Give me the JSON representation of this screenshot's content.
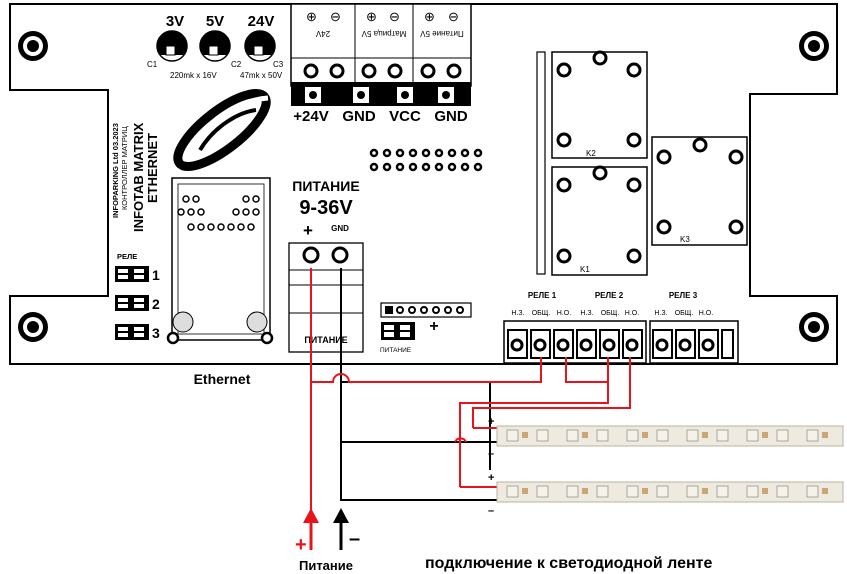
{
  "caps": [
    {
      "voltage": "3V",
      "ref": "C1"
    },
    {
      "voltage": "5V",
      "ref": "C2"
    },
    {
      "voltage": "24V",
      "ref": "C3"
    }
  ],
  "cap_notes": {
    "left": "220mk x 16V",
    "right": "47mk x 50V"
  },
  "power_header": {
    "boxes": [
      "24V",
      "Матрица 5V",
      "Питание 5V"
    ],
    "labels": [
      "+24V",
      "GND",
      "VCC",
      "GND"
    ]
  },
  "board_text": {
    "line1": "INFOPARKING Ltd  03.2023",
    "line2": "КОНТРОЛЛЕР МАТРИЦ",
    "line3": "INFOTAB MATRIX",
    "line4": "ETHERNET"
  },
  "relay_legend": {
    "title": "РЕЛЕ",
    "items": [
      "1",
      "2",
      "3"
    ]
  },
  "power_input": {
    "title": "ПИТАНИЕ",
    "range": "9-36V",
    "plus": "+",
    "gnd": "GND",
    "block_label": "ПИТАНИЕ"
  },
  "small_header": {
    "plus": "+",
    "label": "ПИТАНИЕ"
  },
  "relays": [
    {
      "ref": "K2"
    },
    {
      "ref": "K3"
    },
    {
      "ref": "K1"
    }
  ],
  "relay_terminals": [
    {
      "title": "РЕЛЕ 1",
      "contacts": [
        "Н.З.",
        "ОБЩ.",
        "Н.О."
      ]
    },
    {
      "title": "РЕЛЕ 2",
      "contacts": [
        "Н.З.",
        "ОБЩ.",
        "Н.О."
      ]
    },
    {
      "title": "РЕЛЕ 3",
      "contacts": [
        "Н.З.",
        "ОБЩ.",
        "Н.О."
      ]
    }
  ],
  "ethernet_label": "Ethernet",
  "strip_marks": {
    "plus": "+",
    "minus": "–"
  },
  "supply": {
    "plus": "+",
    "minus": "–",
    "label": "Питание"
  },
  "caption": "подключение к светодиодной ленте",
  "colors": {
    "positive": "#e8141b",
    "negative": "#000000",
    "board": "#ffffff"
  }
}
